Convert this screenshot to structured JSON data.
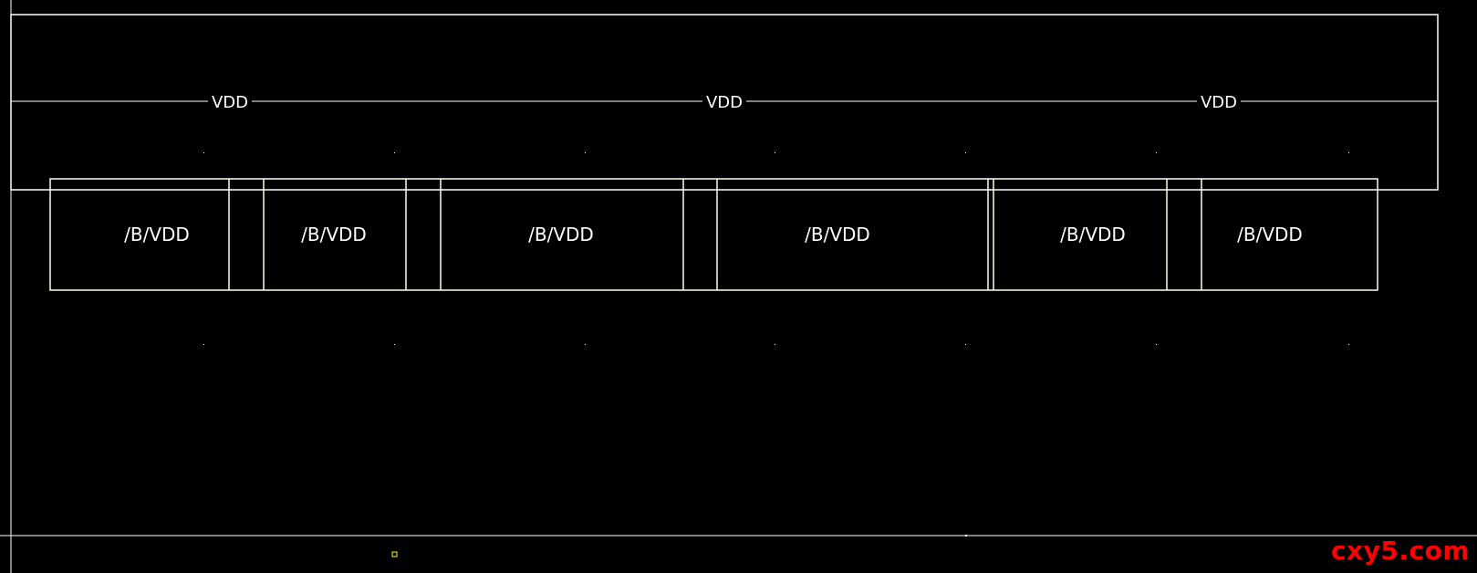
{
  "net_labels": [
    "VDD",
    "VDD",
    "VDD"
  ],
  "cells": [
    {
      "label": "/B/VDD"
    },
    {
      "label": "/B/VDD"
    },
    {
      "label": "/B/VDD"
    },
    {
      "label": "/B/VDD"
    },
    {
      "label": "/B/VDD"
    },
    {
      "label": "/B/VDD"
    }
  ],
  "watermark": "cxy5.com",
  "colors": {
    "background": "#000000",
    "wire": "#ffffff",
    "cell_outline": "#fffde7",
    "marker": "#ffff00",
    "watermark": "#ff0000"
  }
}
